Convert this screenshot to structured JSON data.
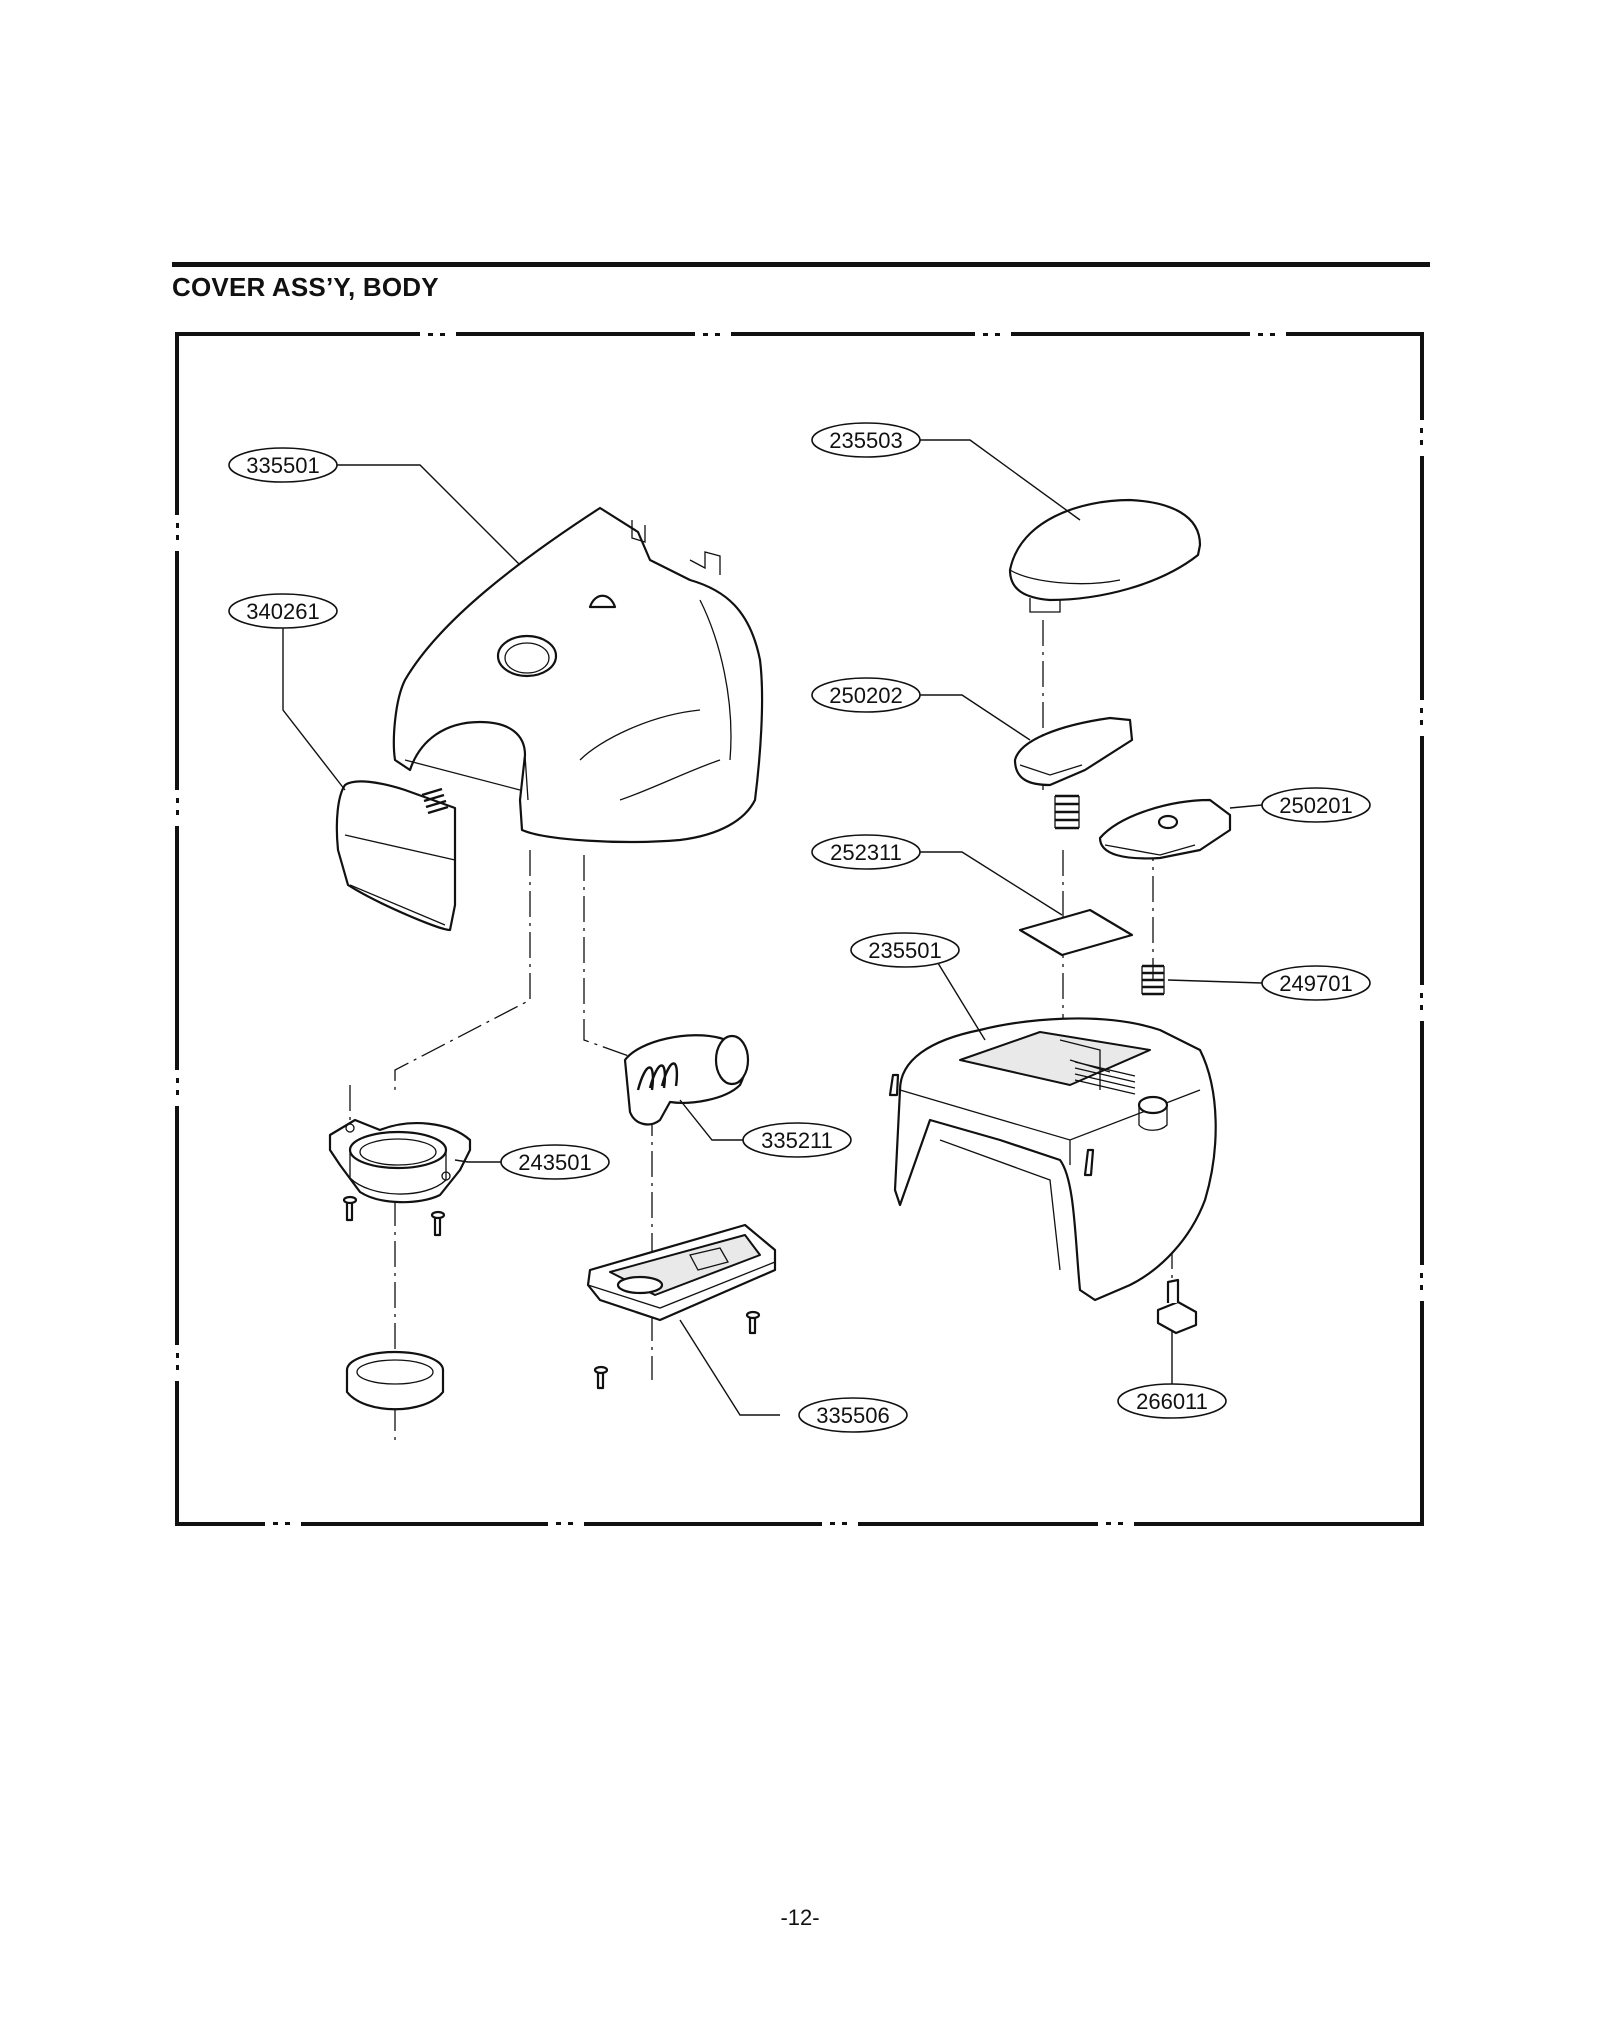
{
  "section_title": "COVER ASS’Y, BODY",
  "page_number": "-12-",
  "parts": [
    {
      "id": "335501"
    },
    {
      "id": "340261"
    },
    {
      "id": "235503"
    },
    {
      "id": "250202"
    },
    {
      "id": "250201"
    },
    {
      "id": "252311"
    },
    {
      "id": "235501"
    },
    {
      "id": "249701"
    },
    {
      "id": "335211"
    },
    {
      "id": "243501"
    },
    {
      "id": "266011"
    },
    {
      "id": "335506"
    }
  ]
}
